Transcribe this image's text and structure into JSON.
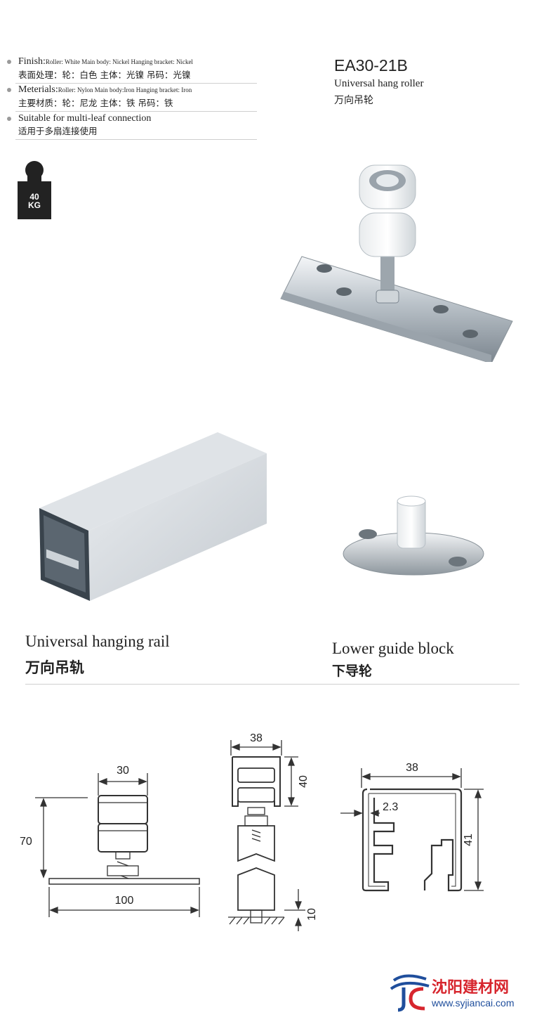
{
  "specs": {
    "finish_label": "Finish:",
    "finish_details": "Roller: White    Main body: Nickel    Hanging bracket: Nickel",
    "finish_cn": "表面处理：轮：白色   主体：光镍   吊码：光镍",
    "materials_label": "Meterials:",
    "materials_details": "Roller: Nylon   Main body:Iron   Hanging bracket: Iron",
    "materials_cn": "主要材质：轮：尼龙   主体：铁   吊码：铁",
    "suitable_en": "Suitable for multi-leaf connection",
    "suitable_cn": "适用于多扇连接使用"
  },
  "load": {
    "value": "40",
    "unit": "KG"
  },
  "product": {
    "model": "EA30-21B",
    "name_en": "Universal hang roller",
    "name_cn": "万向吊轮"
  },
  "captions": {
    "rail_en": "Universal hanging rail",
    "rail_cn": "万向吊轨",
    "guide_en": "Lower guide block",
    "guide_cn": "下导轮"
  },
  "dimensions": {
    "roller_width": "30",
    "roller_height": "70",
    "plate_length": "100",
    "side_width": "38",
    "side_height": "40",
    "side_clearance": "10",
    "rail_width": "38",
    "rail_thickness": "2.3",
    "rail_height": "41"
  },
  "watermark": {
    "name_cn": "沈阳建材网",
    "url": "www.syjiancai.com"
  },
  "colors": {
    "watermark_red": "#d7262e",
    "watermark_blue": "#1f4e9c",
    "load_badge": "#222222"
  }
}
